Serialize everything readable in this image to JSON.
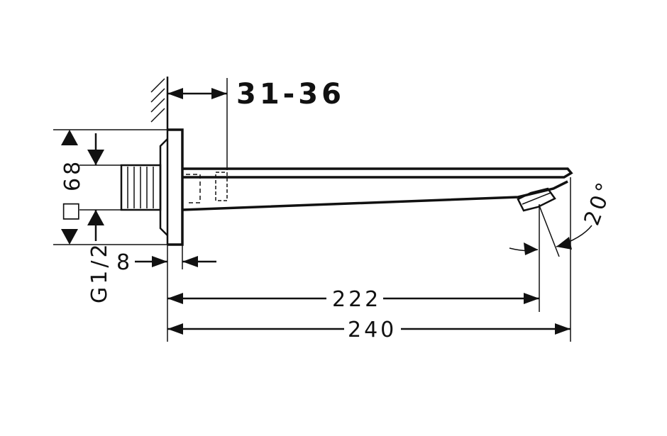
{
  "dimensions": {
    "wall_thickness": "31-36",
    "height": "68",
    "square_symbol": "□",
    "thread": "G1/2",
    "flange": "8",
    "projection_inner": "222",
    "projection_total": "240",
    "angle": "20°"
  }
}
